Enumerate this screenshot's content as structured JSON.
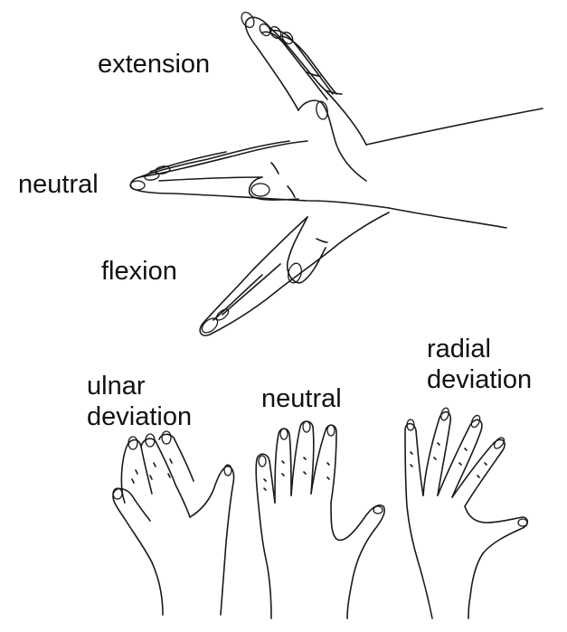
{
  "labels": {
    "extension": "extension",
    "neutral_top": "neutral",
    "flexion": "flexion",
    "ulnar_line1": "ulnar",
    "ulnar_line2": "deviation",
    "neutral_bottom": "neutral",
    "radial_line1": "radial",
    "radial_line2": "deviation"
  },
  "icons": {
    "top_illustration": "wrist-extension-flexion-hands-icon",
    "ulnar_hand": "ulnar-deviation-hand-icon",
    "neutral_hand": "neutral-hand-icon",
    "radial_hand": "radial-deviation-hand-icon"
  },
  "colors": {
    "ink": "#1a1a1a",
    "background": "#ffffff"
  }
}
